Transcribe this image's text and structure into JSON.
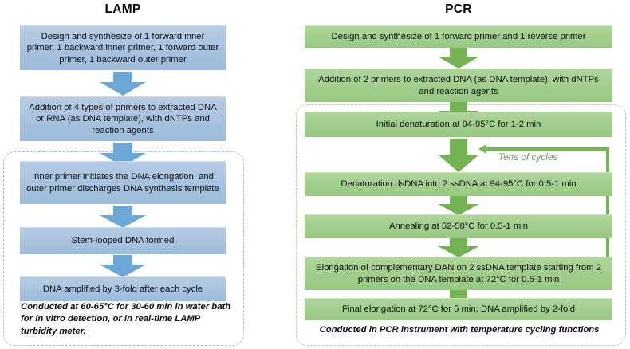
{
  "diagram": {
    "title_lamp": "LAMP",
    "title_pcr": "PCR",
    "colors": {
      "lamp_box": "#aac4e0",
      "lamp_arrow": "#6da7d6",
      "lamp_dashed_border": "#9fb6d6",
      "pcr_box": "#a2ce8d",
      "pcr_arrow": "#74b354",
      "pcr_dashed_border": "#b2cc9e",
      "cycle_label": "#6f8f5f",
      "background": "#ffffff"
    }
  },
  "lamp": {
    "steps": [
      {
        "id": "lamp-step-1",
        "text": "Design and synthesize of 1 forward inner primer, 1  backward inner primer, 1 forward outer primer, 1 backward outer primer"
      },
      {
        "id": "lamp-step-2",
        "text": "Addition of 4 types of primers to extracted DNA or RNA (as DNA template), with dNTPs and reaction agents"
      },
      {
        "id": "lamp-step-3",
        "text": "Inner primer initiates the DNA elongation, and outer primer discharges DNA synthesis template"
      },
      {
        "id": "lamp-step-4",
        "text": "Stem-looped DNA formed"
      },
      {
        "id": "lamp-step-5",
        "text": "DNA amplified by 3-fold after each cycle"
      }
    ],
    "caption": "Conducted at 60-65°C for 30-60 min in water bath for in vitro detection, or in real-time LAMP turbidity meter."
  },
  "pcr": {
    "steps": [
      {
        "id": "pcr-step-1",
        "text": "Design and synthesize of 1 forward primer and 1 reverse primer"
      },
      {
        "id": "pcr-step-2",
        "text": "Addition of 2 primers to extracted DNA (as DNA template), with dNTPs and reaction agents"
      },
      {
        "id": "pcr-step-3",
        "text": "Initial denaturation at 94-95°C for 1-2 min"
      },
      {
        "id": "pcr-step-4",
        "text": "Denaturation dsDNA into 2 ssDNA at 94-95°C for 0.5-1 min"
      },
      {
        "id": "pcr-step-5",
        "text": "Annealing at 52-58°C for 0.5-1 min"
      },
      {
        "id": "pcr-step-6",
        "text": "Elongation of complementary DAN on 2 ssDNA template starting from 2 primers on the DNA template at 72°C for 0.5-1 min"
      },
      {
        "id": "pcr-step-7",
        "text": "Final elongation at 72°C for 5 min, DNA amplified by 2-fold"
      }
    ],
    "cycle_label": "Tens of cycles",
    "caption": "Conducted in PCR instrument with temperature cycling functions"
  }
}
